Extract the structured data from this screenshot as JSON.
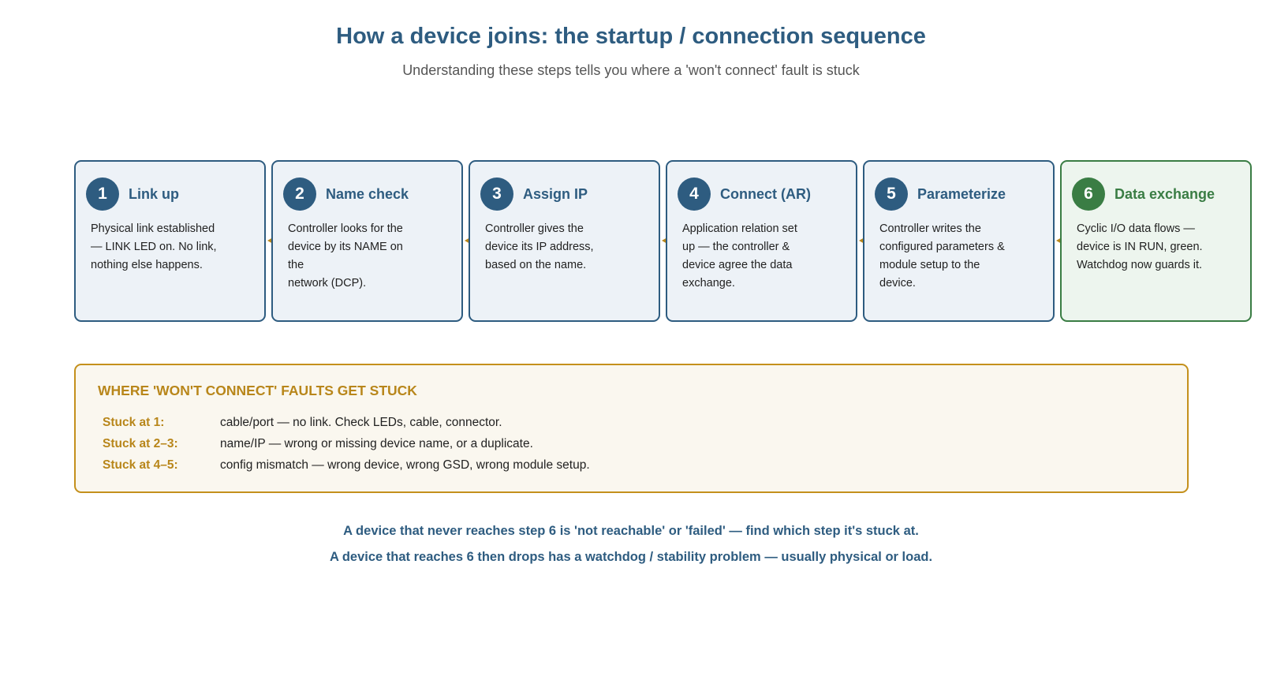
{
  "title": "How a device joins: the startup / connection sequence",
  "subtitle": "Understanding these steps tells you where a 'won't connect' fault is stuck",
  "steps": [
    {
      "number": "1",
      "title": "Link up",
      "lines": [
        "Physical link established",
        "— LINK LED on. No link,",
        "nothing else happens."
      ]
    },
    {
      "number": "2",
      "title": "Name check",
      "lines": [
        "Controller looks for the",
        "device by its NAME on the",
        "network (DCP)."
      ]
    },
    {
      "number": "3",
      "title": "Assign IP",
      "lines": [
        "Controller gives the",
        "device its IP address,",
        "based on the name."
      ]
    },
    {
      "number": "4",
      "title": "Connect (AR)",
      "lines": [
        "Application relation set",
        "up — the controller &",
        "device agree the data",
        "exchange."
      ]
    },
    {
      "number": "5",
      "title": "Parameterize",
      "lines": [
        "Controller writes the",
        "configured parameters &",
        "module setup to the",
        "device."
      ]
    },
    {
      "number": "6",
      "title": "Data exchange",
      "lines": [
        "Cyclic I/O data flows —",
        "device is IN RUN, green.",
        "Watchdog now guards it."
      ]
    }
  ],
  "faults": {
    "heading": "WHERE 'WON'T CONNECT' FAULTS GET STUCK",
    "rows": [
      {
        "label": "Stuck at 1:",
        "desc": "cable/port — no link. Check LEDs, cable, connector."
      },
      {
        "label": "Stuck at 2–3:",
        "desc": "name/IP — wrong or missing device name, or a duplicate."
      },
      {
        "label": "Stuck at 4–5:",
        "desc": "config mismatch — wrong device, wrong GSD, wrong module setup."
      }
    ]
  },
  "notes": [
    "A device that never reaches step 6 is 'not reachable' or 'failed' — find which step it's stuck at.",
    "A device that reaches 6 then drops has a watchdog / stability problem — usually physical or load."
  ],
  "colors": {
    "primary": "#2e5c80",
    "success": "#3a7d44",
    "warning": "#b8861a",
    "step_fill": "#edf2f7",
    "final_fill": "#edf5ee",
    "fault_fill": "#faf7ef"
  }
}
